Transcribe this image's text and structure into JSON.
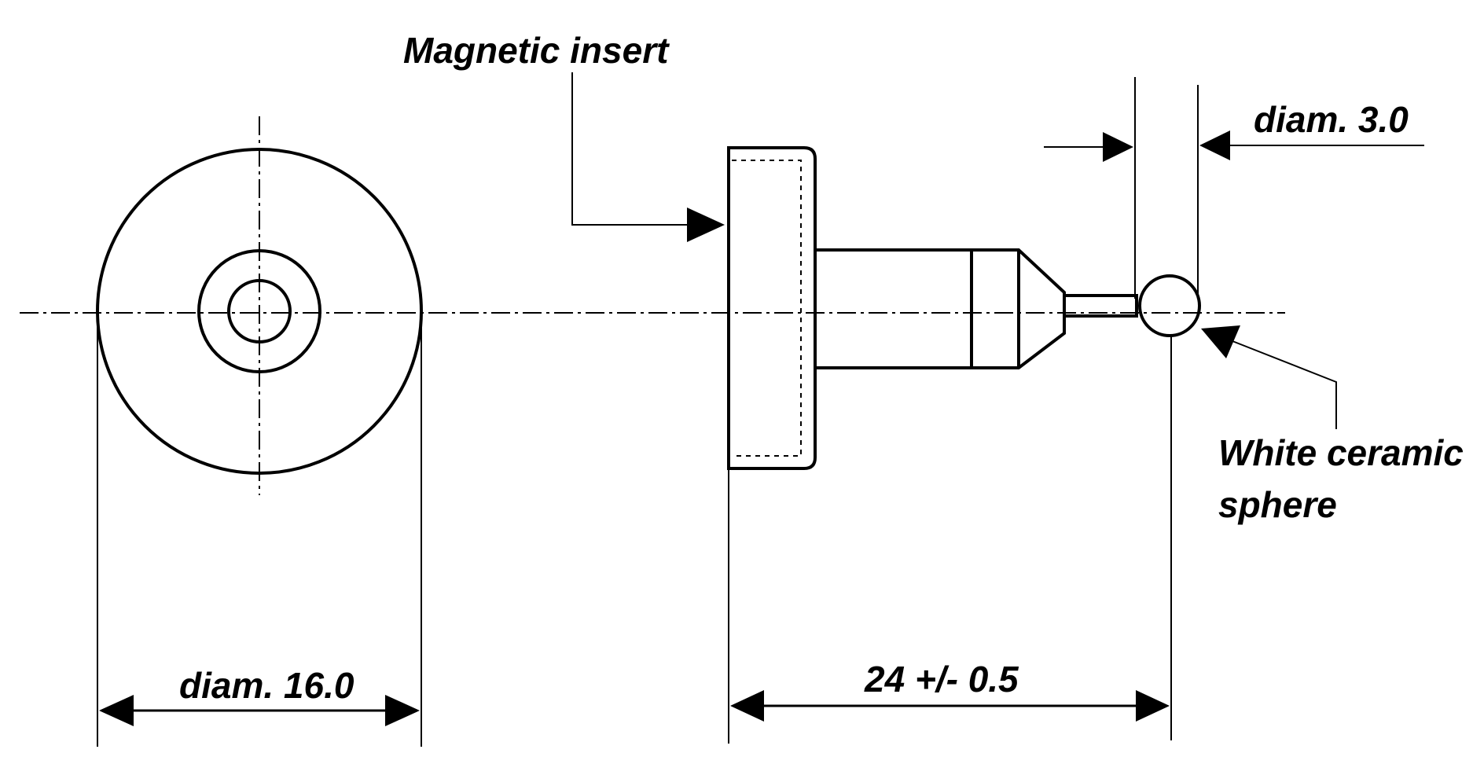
{
  "labels": {
    "magnetic_insert": "Magnetic insert",
    "diam_small": "diam. 3.0",
    "sphere_line1": "White ceramic",
    "sphere_line2": "sphere",
    "diam_large": "diam. 16.0",
    "length": "24 +/- 0.5"
  },
  "colors": {
    "ink": "#000000",
    "paper": "#ffffff"
  }
}
